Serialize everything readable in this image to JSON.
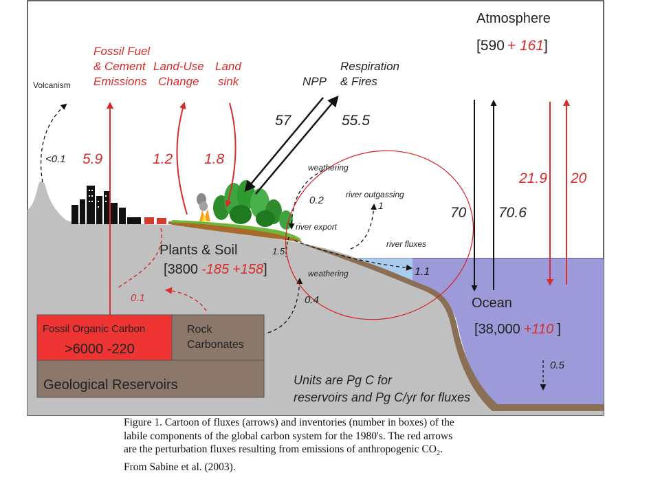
{
  "diagram": {
    "atmosphere": {
      "title": "Atmosphere",
      "bracket_open": "[",
      "base": "590",
      "plus": "+ 161",
      "bracket_close": "]"
    },
    "ocean": {
      "title": "Ocean",
      "bracket_open": "[",
      "base": "38,000",
      "plus": "+110",
      "bracket_close": "]"
    },
    "plants_soil": {
      "title": "Plants & Soil",
      "bracket_open": "[",
      "base": "3800",
      "minus": "-185",
      "plus": "+158",
      "bracket_close": "]"
    },
    "fossil": {
      "title": "Fossil Organic Carbon",
      "value": ">6000 -220"
    },
    "rock": {
      "line1": "Rock",
      "line2": "Carbonates"
    },
    "geological": "Geological Reservoirs",
    "units": {
      "line1": "Units are Pg C for",
      "line2": "reservoirs and Pg C/yr for fluxes"
    },
    "labels": {
      "volcanism": "Volcanism",
      "fossil_fuel_1": "Fossil Fuel",
      "fossil_fuel_2": "& Cement",
      "fossil_fuel_3": "Emissions",
      "land_use_1": "Land-Use",
      "land_use_2": "Change",
      "land_sink_1": "Land",
      "land_sink_2": "sink",
      "npp": "NPP",
      "respiration_1": "Respiration",
      "respiration_2": "& Fires",
      "weathering_top": "weathering",
      "river_outgassing": "river outgassing",
      "river_export": "river export",
      "river_fluxes": "river fluxes",
      "weathering_bottom": "weathering"
    },
    "fluxes": {
      "volcanism": "<0.1",
      "fossil_fuel": "5.9",
      "land_use": "1.2",
      "land_sink": "1.8",
      "npp": "57",
      "respiration": "55.5",
      "weathering_top": "0.2",
      "river_outgassing": "1",
      "river_export": "1.5",
      "river_fluxes": "1.1",
      "weathering_bottom": "0.4",
      "rock_weathering": "0.1",
      "ocean_down": "70",
      "ocean_up": "70.6",
      "anthro_ocean_down": "21.9",
      "anthro_ocean_up": "20",
      "burial": "0.5"
    },
    "colors": {
      "perturbation": "#e03030",
      "ocean": "#9c9ad9",
      "land": "#c0c0c0",
      "shelf": "#9fc3e6",
      "sediment": "#8b6f55",
      "fossil_box": "#ee3333",
      "rock_box": "#8b786a"
    }
  },
  "caption": {
    "line1": "Figure 1. Cartoon of fluxes (arrows) and inventories (number in boxes) of the",
    "line2": "labile components of the global carbon system for the 1980's. The red arrows",
    "line3": "are the perturbation fluxes resulting from emissions of anthropogenic CO",
    "line3_sub": "2",
    "line3_end": ".",
    "line4": "From Sabine et al. (2003)."
  }
}
